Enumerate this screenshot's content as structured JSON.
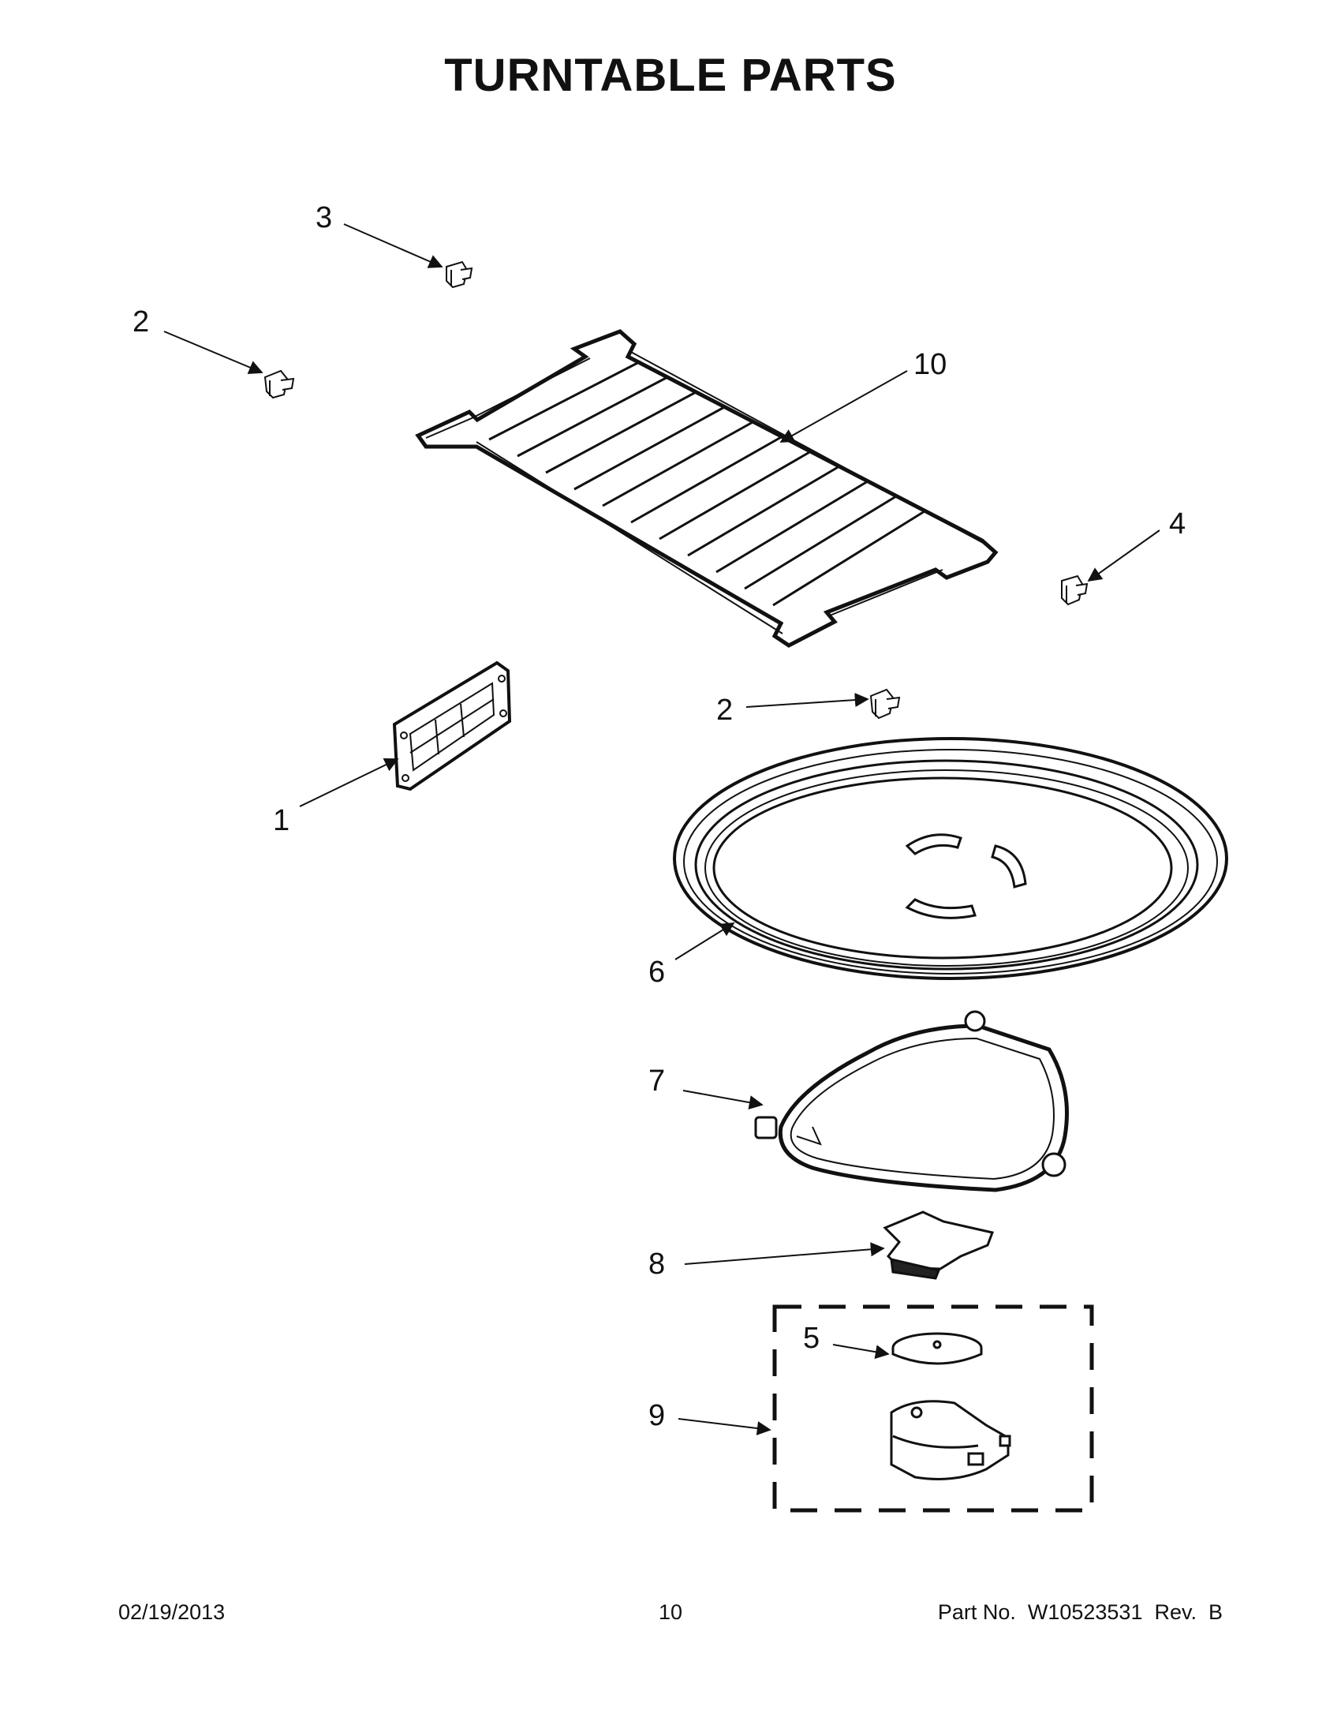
{
  "title": "TURNTABLE PARTS",
  "callouts": [
    {
      "id": "c3",
      "label": "3"
    },
    {
      "id": "c2a",
      "label": "2"
    },
    {
      "id": "c10",
      "label": "10"
    },
    {
      "id": "c4",
      "label": "4"
    },
    {
      "id": "c2b",
      "label": "2"
    },
    {
      "id": "c1",
      "label": "1"
    },
    {
      "id": "c6",
      "label": "6"
    },
    {
      "id": "c7",
      "label": "7"
    },
    {
      "id": "c8",
      "label": "8"
    },
    {
      "id": "c5",
      "label": "5"
    },
    {
      "id": "c9",
      "label": "9"
    }
  ],
  "footer": {
    "date": "02/19/2013",
    "page": "10",
    "part_no": "Part No.  W10523531  Rev.  B"
  },
  "colors": {
    "ink": "#111111",
    "background": "#ffffff"
  }
}
